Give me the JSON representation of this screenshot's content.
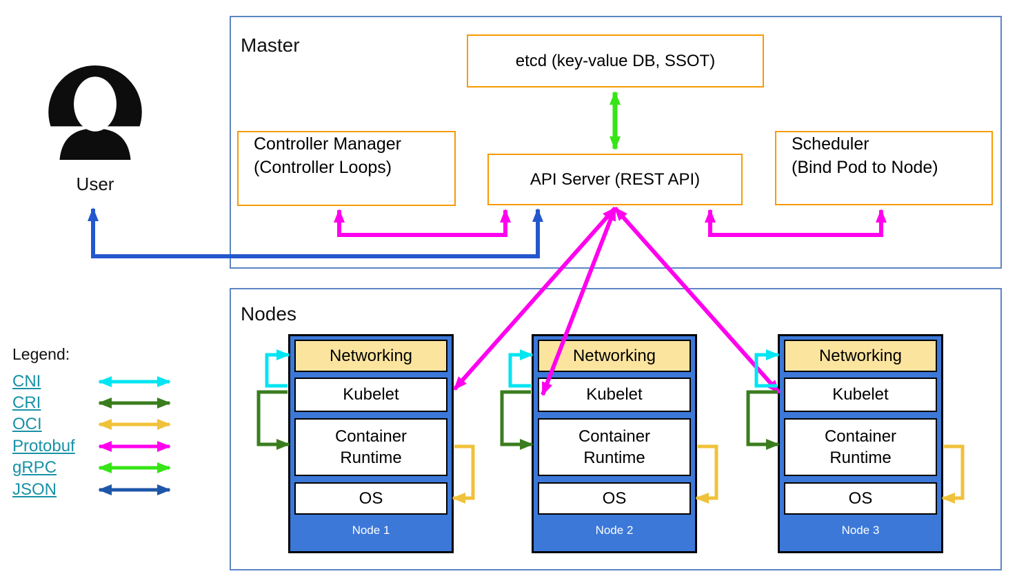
{
  "user": {
    "label": "User"
  },
  "master": {
    "title": "Master",
    "boxes": {
      "etcd": {
        "label": "etcd (key-value DB, SSOT)"
      },
      "controller_manager": {
        "line1": "Controller Manager",
        "line2": "(Controller Loops)"
      },
      "api_server": {
        "label": "API Server (REST API)"
      },
      "scheduler": {
        "line1": "Scheduler",
        "line2": "(Bind Pod to Node)"
      }
    }
  },
  "nodes_section": {
    "title": "Nodes",
    "nodes": [
      {
        "name": "Node 1",
        "layers": [
          "Networking",
          "Kubelet",
          "Container Runtime",
          "OS"
        ]
      },
      {
        "name": "Node 2",
        "layers": [
          "Networking",
          "Kubelet",
          "Container Runtime",
          "OS"
        ]
      },
      {
        "name": "Node 3",
        "layers": [
          "Networking",
          "Kubelet",
          "Container Runtime",
          "OS"
        ]
      }
    ]
  },
  "legend": {
    "title": "Legend:",
    "items": [
      {
        "label": "CNI",
        "color": "#00E5F2"
      },
      {
        "label": "CRI",
        "color": "#3A7D1E"
      },
      {
        "label": "OCI",
        "color": "#F0C13B"
      },
      {
        "label": "Protobuf",
        "color": "#FF00EE"
      },
      {
        "label": "gRPC",
        "color": "#35E515"
      },
      {
        "label": "JSON",
        "color": "#1E56A8"
      }
    ]
  },
  "colors": {
    "cni": "#00E5F2",
    "cri": "#3A7D1E",
    "oci": "#F0C13B",
    "protobuf": "#FF00EE",
    "grpc": "#35E515",
    "json": "#1E56A8",
    "json_line": "#2457CD",
    "node_fill": "#3C78D8",
    "networking_fill": "#FBE49E",
    "box_border_orange": "#F79A00",
    "frame_border_blue": "#5B84C4",
    "link_text": "#1791A6"
  }
}
